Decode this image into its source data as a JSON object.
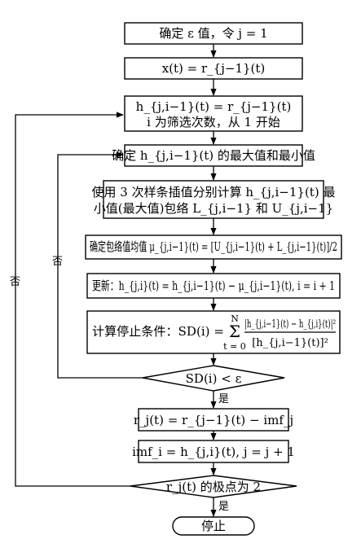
{
  "nodes": {
    "n1": "确定 ε 值，令 j = 1",
    "n2": "x(t) = r_{j−1}(t)",
    "n3_line1": "h_{j,i−1}(t) = r_{j−1}(t)",
    "n3_line2": "i 为筛选次数，从 1 开始",
    "n4": "确定 h_{j,i−1}(t) 的最大值和最小值",
    "n5_line1": "使用 3 次样条插值分别计算 h_{j,i−1}(t) 最",
    "n5_line2": "小值(最大值)包络 L_{j,i−1} 和 U_{j,i−1}",
    "n6": "确定包络值均值 μ_{j,i−1}(t) = [U_{j,i−1}(t) + L_{j,i−1}(t)]/2",
    "n7": "更新：h_{j,i}(t) = h_{j,i−1}(t) − μ_{j,i−1}(t), i = i + 1",
    "n8_prefix": "计算停止条件：SD(i) =",
    "n8_sum": "Σ",
    "n8_sum_top": "N",
    "n8_sum_bottom": "t = 0",
    "n8_numerator": "|h_{j,i−1}(t) − h_{j,i}(t)|²",
    "n8_denominator": "[h_{j,i−1}(t)]²",
    "d1": "SD(i) < ε",
    "n9": "r_j(t) = r_{j−1}(t) − imf_j",
    "n10": "imf_i = h_{j,i}(t), j = j + 1",
    "d2": "r_j(t) 的极点为 2",
    "n11": "停止"
  },
  "edge_labels": {
    "yes1": "是",
    "no1": "否",
    "no2": "否",
    "yes2": "是"
  }
}
